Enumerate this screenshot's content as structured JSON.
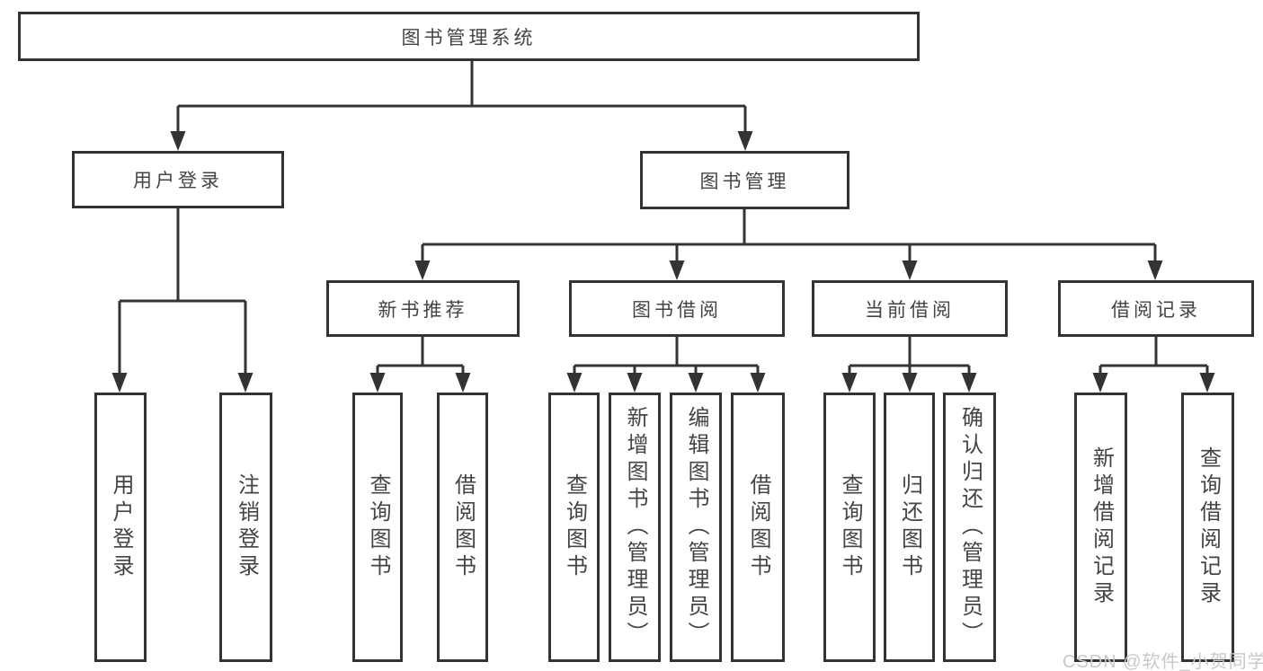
{
  "diagram": {
    "root": {
      "label": "图书管理系统",
      "children": [
        {
          "id": "user-login",
          "label": "用户登录",
          "children": [
            {
              "label": "用户登录"
            },
            {
              "label": "注销登录"
            }
          ]
        },
        {
          "id": "book-management",
          "label": "图书管理",
          "children": [
            {
              "id": "new-book-recommend",
              "label": "新书推荐",
              "children": [
                {
                  "label": "查询图书"
                },
                {
                  "label": "借阅图书"
                }
              ]
            },
            {
              "id": "book-borrow",
              "label": "图书借阅",
              "children": [
                {
                  "label": "查询图书"
                },
                {
                  "label": "新增图书（管理员）"
                },
                {
                  "label": "编辑图书（管理员）"
                },
                {
                  "label": "借阅图书"
                }
              ]
            },
            {
              "id": "current-borrow",
              "label": "当前借阅",
              "children": [
                {
                  "label": "查询图书"
                },
                {
                  "label": "归还图书"
                },
                {
                  "label": "确认归还（管理员）"
                }
              ]
            },
            {
              "id": "borrow-records",
              "label": "借阅记录",
              "children": [
                {
                  "label": "新增借阅记录"
                },
                {
                  "label": "查询借阅记录"
                }
              ]
            }
          ]
        }
      ]
    }
  },
  "watermark": {
    "text": "CSDN @软件_小贺同学"
  },
  "colors": {
    "line": "#333333",
    "text": "#444444",
    "watermark": "#c9c9c9",
    "background": "#ffffff"
  }
}
